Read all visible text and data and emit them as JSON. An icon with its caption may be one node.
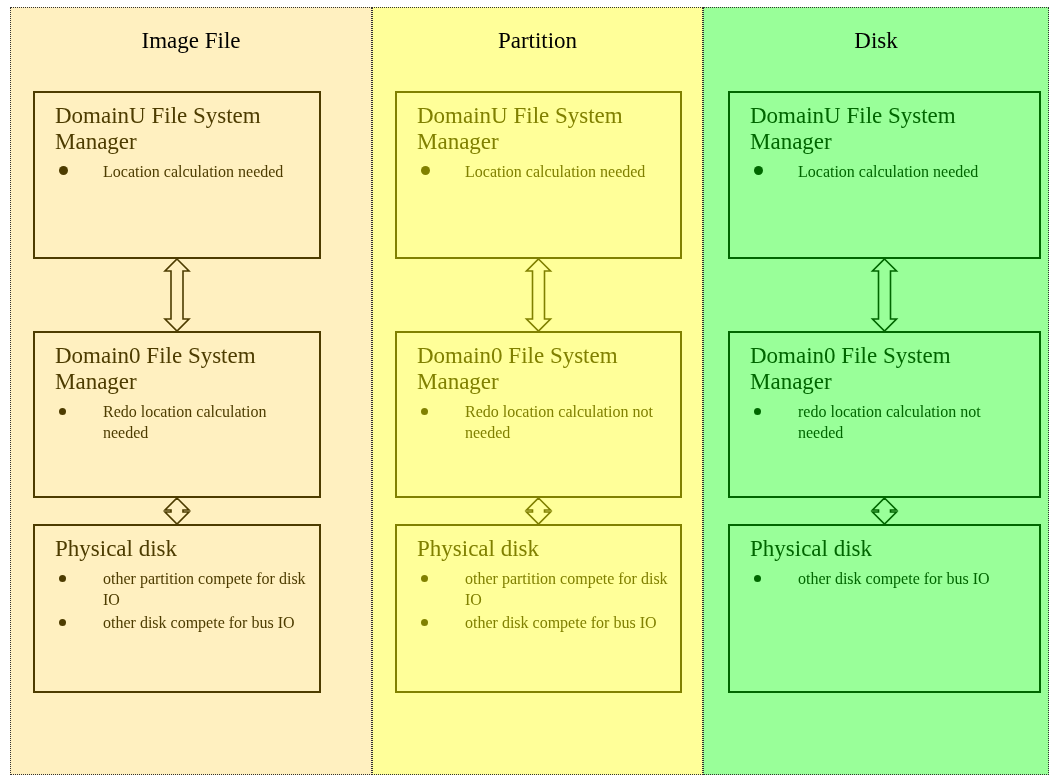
{
  "diagram": {
    "nodes": [
      {
        "text": [
          "Image File"
        ]
      },
      {
        "text": [
          "DomainU File System Manager",
          "Location calculation needed"
        ],
        "in": 0
      },
      {
        "text": [
          "Domain0 File System Manager",
          "Redo location calculation  needed"
        ],
        "in": 0
      },
      {
        "text": [
          "Physical disk",
          "other partition compete for disk IO",
          "other disk compete for bus IO"
        ],
        "in": 0
      },
      {
        "text": [
          "Partition"
        ]
      },
      {
        "text": [
          "DomainU File System Manager",
          "Location calculation needed"
        ],
        "in": 4
      },
      {
        "text": [
          "Domain0 File System Manager",
          "Redo location calculation not needed"
        ],
        "in": 4
      },
      {
        "text": [
          "Physical disk",
          "other partition compete for disk IO",
          "other disk compete for bus IO"
        ],
        "in": 4
      },
      {
        "text": [
          "Disk"
        ]
      },
      {
        "text": [
          "DomainU File System Manager",
          "Location calculation needed"
        ],
        "in": 8
      },
      {
        "text": [
          "Domain0 File System Manager",
          "redo location calculation not needed"
        ],
        "in": 8
      },
      {
        "text": [
          "Physical disk",
          "other disk compete for bus IO"
        ],
        "in": 8
      }
    ],
    "edges": [
      {
        "from": 1,
        "to": 2,
        "arrow": "both"
      },
      {
        "from": 2,
        "to": 3,
        "arrow": "both"
      },
      {
        "from": 5,
        "to": 6,
        "arrow": "both"
      },
      {
        "from": 6,
        "to": 7,
        "arrow": "both"
      },
      {
        "from": 9,
        "to": 10,
        "arrow": "both"
      },
      {
        "from": 10,
        "to": 11,
        "arrow": "both"
      }
    ]
  }
}
